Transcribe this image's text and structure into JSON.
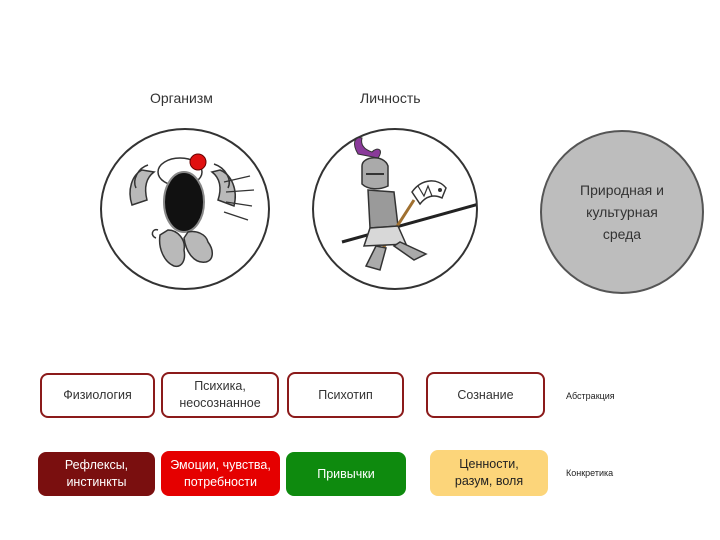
{
  "headers": {
    "organism": "Организм",
    "personality": "Личность"
  },
  "environment": {
    "line1": "Природная и",
    "line2": "культурная",
    "line3": "среда"
  },
  "top_row": [
    {
      "line1": "Физиология",
      "line2": ""
    },
    {
      "line1": "Психика,",
      "line2": "неосознанное"
    },
    {
      "line1": "Психотип",
      "line2": ""
    },
    {
      "line1": "Сознание",
      "line2": ""
    }
  ],
  "bottom_row": [
    {
      "line1": "Рефлексы,",
      "line2": "инстинкты",
      "bg": "#7a0f0f",
      "color": "#ffffff"
    },
    {
      "line1": "Эмоции, чувства,",
      "line2": "потребности",
      "bg": "#e50000",
      "color": "#ffffff"
    },
    {
      "line1": "Привычки",
      "line2": "",
      "bg": "#0e8a0e",
      "color": "#ffffff"
    },
    {
      "line1": "Ценности,",
      "line2": "разум, воля",
      "bg": "#fcd57a",
      "color": "#222222"
    }
  ],
  "side_labels": {
    "abstraction": "Абстракция",
    "concrete": "Конкретика"
  },
  "icons": {
    "organism": "screaming-clown-icon",
    "personality": "knight-on-hobby-horse-icon"
  }
}
